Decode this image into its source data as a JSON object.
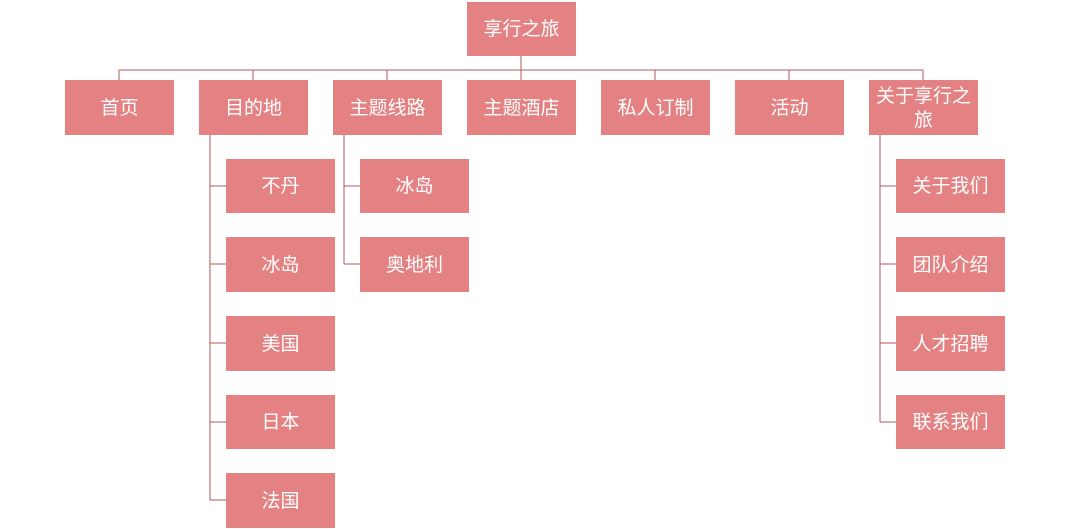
{
  "org_chart": {
    "root": {
      "label": "享行之旅"
    },
    "sections": [
      {
        "label": "首页",
        "children": []
      },
      {
        "label": "目的地",
        "children": [
          "不丹",
          "冰岛",
          "美国",
          "日本",
          "法国"
        ]
      },
      {
        "label": "主题线路",
        "children": [
          "冰岛",
          "奥地利"
        ]
      },
      {
        "label": "主题酒店",
        "children": []
      },
      {
        "label": "私人订制",
        "children": []
      },
      {
        "label": "活动",
        "children": []
      },
      {
        "label": "关于享行之旅",
        "children": [
          "关于我们",
          "团队介绍",
          "人才招聘",
          "联系我们"
        ]
      }
    ]
  },
  "colors": {
    "box": "#e48182",
    "line": "#b05a5c",
    "text": "#ffffff"
  }
}
